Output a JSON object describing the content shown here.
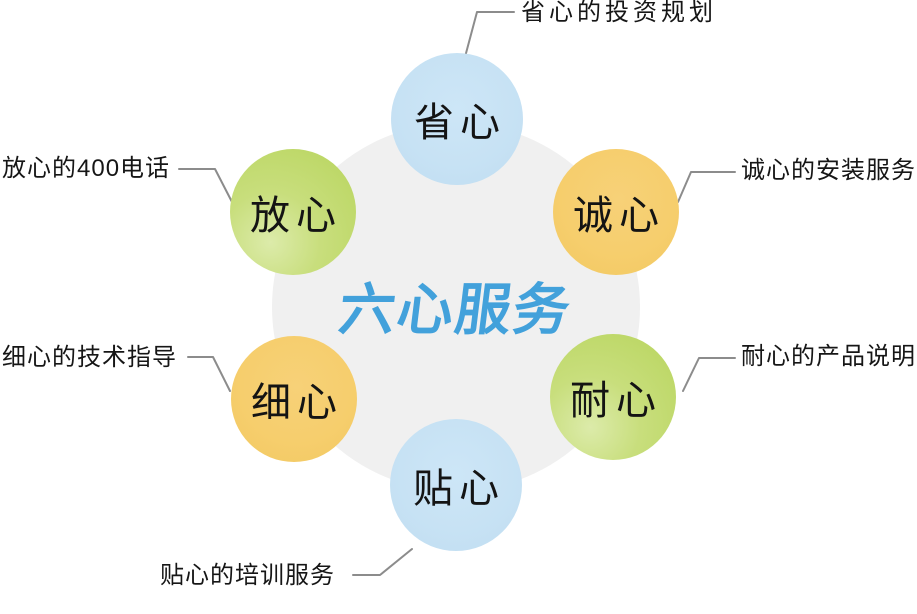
{
  "title": {
    "text": "六心服务"
  },
  "colors": {
    "title_text": "#42a1db",
    "center_circle_bg": "#f0f0f0",
    "node_blue": "#c7e2f4",
    "node_orange": "#f6ce6d",
    "node_green": "#c1db6e",
    "connector_line": "#8c8c8c",
    "annotation_text": "#161616",
    "node_text": "#141414",
    "background": "#ffffff"
  },
  "nodes": [
    {
      "key": "shengxin",
      "label": "省心",
      "color": "blue",
      "position": "top",
      "annotation": "省心的投资规划"
    },
    {
      "key": "chengxin",
      "label": "诚心",
      "color": "orange",
      "position": "top-right",
      "annotation": "诚心的安装服务"
    },
    {
      "key": "naixin",
      "label": "耐心",
      "color": "green",
      "position": "bottom-right",
      "annotation": "耐心的产品说明"
    },
    {
      "key": "tiexin",
      "label": "贴心",
      "color": "blue",
      "position": "bottom",
      "annotation": "贴心的培训服务"
    },
    {
      "key": "xixin",
      "label": "细心",
      "color": "orange",
      "position": "bottom-left",
      "annotation": "细心的技术指导"
    },
    {
      "key": "fangxin",
      "label": "放心",
      "color": "green",
      "position": "top-left",
      "annotation": "放心的400电话"
    }
  ]
}
